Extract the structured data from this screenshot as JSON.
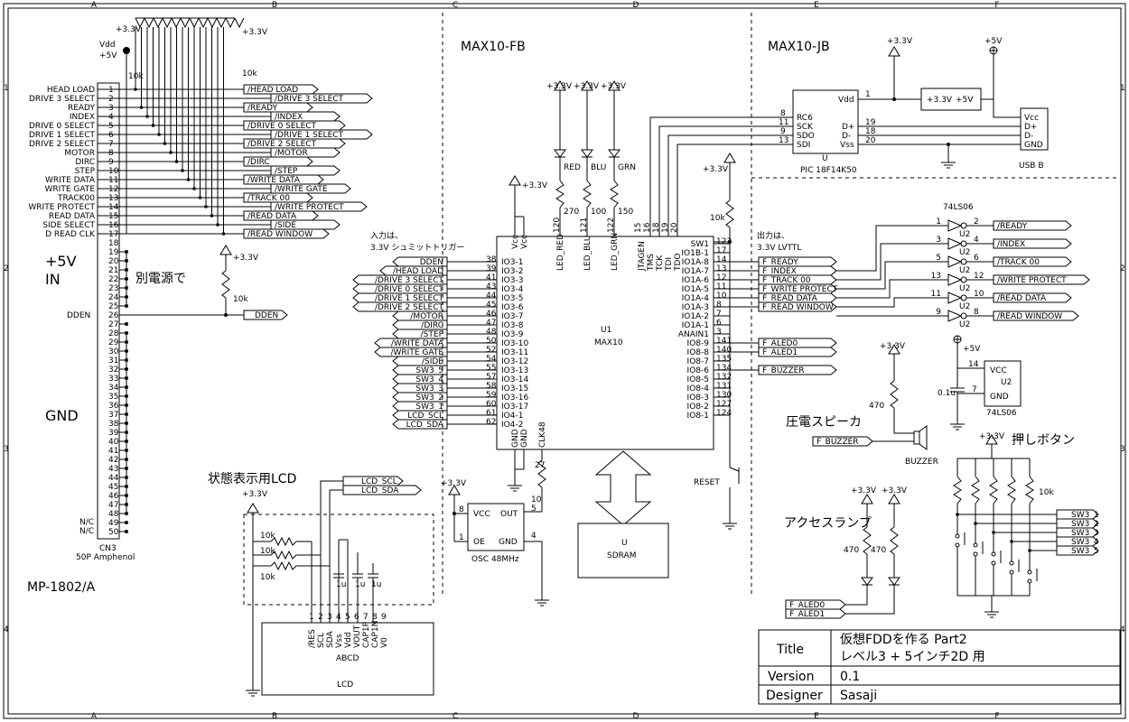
{
  "grid": {
    "cols": [
      "A",
      "B",
      "C",
      "D",
      "E",
      "F"
    ],
    "rows": [
      "1",
      "2",
      "3",
      "4"
    ]
  },
  "sections": {
    "fb": "MAX10-FB",
    "jb": "MAX10-JB"
  },
  "cn3": {
    "ref": "CN3",
    "name": "50P Amphenol",
    "vdd": "Vdd",
    "p5v": "+5V",
    "r10k_a": "10k",
    "r10k_b": "10k",
    "pins_left": [
      {
        "n": "1",
        "l": "HEAD LOAD"
      },
      {
        "n": "2",
        "l": "DRIVE 3 SELECT"
      },
      {
        "n": "3",
        "l": "READY"
      },
      {
        "n": "4",
        "l": "INDEX"
      },
      {
        "n": "5",
        "l": "DRIVE 0 SELECT"
      },
      {
        "n": "6",
        "l": "DRIVE 1 SELECT"
      },
      {
        "n": "7",
        "l": "DRIVE 2 SELECT"
      },
      {
        "n": "8",
        "l": "MOTOR"
      },
      {
        "n": "9",
        "l": "DIRC"
      },
      {
        "n": "10",
        "l": "STEP"
      },
      {
        "n": "11",
        "l": "WRITE DATA"
      },
      {
        "n": "12",
        "l": "WRITE GATE"
      },
      {
        "n": "13",
        "l": "TRACK00"
      },
      {
        "n": "14",
        "l": "WRITE PROTECT"
      },
      {
        "n": "15",
        "l": "READ DATA"
      },
      {
        "n": "16",
        "l": "SIDE SELECT"
      },
      {
        "n": "17",
        "l": "D READ CLK"
      }
    ],
    "nc1": "N/C",
    "nc2": "N/C",
    "dden": "DDEN",
    "pin49": "49",
    "pin50": "50"
  },
  "nets_left": [
    "/HEAD LOAD",
    "/DRIVE 3 SELECT",
    "/READY",
    "/INDEX",
    "/DRIVE 0 SELECT",
    "/DRIVE 1 SELECT",
    "/DRIVE 2 SELECT",
    "/MOTOR",
    "/DIRC",
    "/STEP",
    "/WRITE DATA",
    "/WRITE GATE",
    "/TRACK 00",
    "/WRITE PROTECT",
    "/READ DATA",
    "/SIDE",
    "/READ WINDOW"
  ],
  "power_in": {
    "line1": "+5V",
    "line2": "IN",
    "note": "別電源で",
    "gnd": "GND"
  },
  "dden_pullup": {
    "vcc": "+3.3V",
    "r": "10k",
    "net": "DDEN"
  },
  "pwr_33": "+3.3V",
  "u1": {
    "ref": "U1",
    "name": "MAX10",
    "note_in_1": "入力は、",
    "note_in_2": "3.3V シュミットトリガー",
    "left_pins": [
      {
        "net": "DDEN",
        "pin": "38",
        "io": "IO3-1"
      },
      {
        "net": "/HEAD LOAD",
        "pin": "39",
        "io": "IO3-2"
      },
      {
        "net": "/DRIVE 3 SELECT",
        "pin": "41",
        "io": "IO3-3"
      },
      {
        "net": "/DRIVE 0 SELECT",
        "pin": "43",
        "io": "IO3-4"
      },
      {
        "net": "/DRIVE 1 SELECT",
        "pin": "44",
        "io": "IO3-5"
      },
      {
        "net": "/DRIVE 2 SELECT",
        "pin": "45",
        "io": "IO3-6"
      },
      {
        "net": "/MOTOR",
        "pin": "46",
        "io": "IO3-7"
      },
      {
        "net": "/DIRC",
        "pin": "47",
        "io": "IO3-8"
      },
      {
        "net": "/STEP",
        "pin": "48",
        "io": "IO3-9"
      },
      {
        "net": "/WRITE DATA",
        "pin": "50",
        "io": "IO3-10"
      },
      {
        "net": "/WRITE GATE",
        "pin": "52",
        "io": "IO3-11"
      },
      {
        "net": "/SIDE",
        "pin": "54",
        "io": "IO3-12"
      },
      {
        "net": "SW3_5",
        "pin": "55",
        "io": "IO3-13"
      },
      {
        "net": "SW3_4",
        "pin": "57",
        "io": "IO3-14"
      },
      {
        "net": "SW3_3",
        "pin": "58",
        "io": "IO3-15"
      },
      {
        "net": "SW3_2",
        "pin": "59",
        "io": "IO3-16"
      },
      {
        "net": "SW3_1",
        "pin": "60",
        "io": "IO3-17"
      },
      {
        "net": "LCD_SCL",
        "pin": "61",
        "io": "IO4-1"
      },
      {
        "net": "LCD_SDA",
        "pin": "62",
        "io": "IO4-2"
      }
    ],
    "top_pins": [
      {
        "pin": "120",
        "name": "LED_RED"
      },
      {
        "pin": "121",
        "name": "LED_BLU"
      },
      {
        "pin": "122",
        "name": "LED_GRN"
      },
      {
        "pin": "15",
        "name": "JTAGEN"
      },
      {
        "pin": "16",
        "name": "TMS"
      },
      {
        "pin": "18",
        "name": "TCK"
      },
      {
        "pin": "19",
        "name": "TDI"
      },
      {
        "pin": "20",
        "name": "TDO"
      }
    ],
    "vcc1": "Vcc",
    "vcc2": "Vcc",
    "gnd1": "GND",
    "gnd2": "GND",
    "clk": "CLK48",
    "right_pins": [
      {
        "pin": "123",
        "io": "SW1"
      },
      {
        "pin": "17",
        "io": "IO1B-1"
      },
      {
        "pin": "14",
        "io": "IO1A-8",
        "net": "F_READY"
      },
      {
        "pin": "13",
        "io": "IO1A-7",
        "net": "F_INDEX"
      },
      {
        "pin": "12",
        "io": "IO1A-6",
        "net": "F_TRACK 00"
      },
      {
        "pin": "11",
        "io": "IO1A-5",
        "net": "F_WRITE PROTECT"
      },
      {
        "pin": "10",
        "io": "IO1A-4",
        "net": "F_READ DATA"
      },
      {
        "pin": "8",
        "io": "IO1A-3",
        "net": "F_READ WINDOW"
      },
      {
        "pin": "7",
        "io": "IO1A-2"
      },
      {
        "pin": "6",
        "io": "IO1A-1"
      },
      {
        "pin": "3",
        "io": "ANAIN1"
      },
      {
        "pin": "141",
        "io": "IO8-9",
        "net": "F_ALED0"
      },
      {
        "pin": "140",
        "io": "IO8-8",
        "net": "F_ALED1"
      },
      {
        "pin": "135",
        "io": "IO8-7"
      },
      {
        "pin": "134",
        "io": "IO8-6",
        "net": "F_BUZZER"
      },
      {
        "pin": "132",
        "io": "IO8-5"
      },
      {
        "pin": "131",
        "io": "IO8-4"
      },
      {
        "pin": "130",
        "io": "IO8-3"
      },
      {
        "pin": "127",
        "io": "IO8-2"
      },
      {
        "pin": "124",
        "io": "IO8-1"
      }
    ],
    "note_out_1": "出力は、",
    "note_out_2": "3.3V LVTTL"
  },
  "leds": [
    {
      "name": "RED",
      "r": "270"
    },
    {
      "name": "BLU",
      "r": "100"
    },
    {
      "name": "GRN",
      "r": "150"
    }
  ],
  "reset": {
    "label": "RESET",
    "r": "10k"
  },
  "osc": {
    "vcc": "VCC",
    "out": "OUT",
    "oe": "OE",
    "gnd": "GND",
    "name": "OSC 48MHz",
    "p8": "8",
    "p1": "1",
    "p4": "4",
    "p5": "5",
    "r27": "27",
    "r10": "10"
  },
  "sdram": {
    "u": "U",
    "name": "SDRAM"
  },
  "lcd": {
    "title": "状態表示用LCD",
    "scl": "LCD_SCL",
    "sda": "LCD_SDA",
    "r1": "10k",
    "r2": "10k",
    "r3": "10k",
    "c1": "1u",
    "c2": "1u",
    "c3": "1u",
    "pins": [
      "/RES",
      "SCL",
      "SDA",
      "Vss",
      "Vdd",
      "VOUT",
      "CAP1P",
      "CAP1N",
      "V0"
    ],
    "pinnums": [
      "1",
      "2",
      "3",
      "4",
      "5",
      "6",
      "7",
      "8",
      "9"
    ],
    "abcd": "ABCD",
    "name": "LCD"
  },
  "pic": {
    "name": "PIC 18F14K50",
    "u": "U",
    "vdd": "Vdd",
    "vss": "Vss",
    "dp": "D+",
    "dm": "D-",
    "rc6": "RC6",
    "sck": "SCK",
    "sdo": "SDO",
    "sdi": "SDI",
    "p8": "8",
    "p11": "11",
    "p9": "9",
    "p13": "13",
    "p1": "1",
    "p19": "19",
    "p18": "18",
    "p20": "20"
  },
  "reg": {
    "a": "+3.3V",
    "b": "+5V"
  },
  "usb": {
    "name": "USB B",
    "vcc": "Vcc",
    "dp": "D+",
    "dm": "D-",
    "gnd": "GND"
  },
  "ls06": {
    "name": "74LS06",
    "gates": [
      {
        "in": "1",
        "out": "2",
        "net": "/READY"
      },
      {
        "in": "3",
        "out": "4",
        "net": "/INDEX"
      },
      {
        "in": "5",
        "out": "6",
        "net": "/TRACK 00"
      },
      {
        "in": "13",
        "out": "12",
        "net": "/WRITE PROTECT"
      },
      {
        "in": "11",
        "out": "10",
        "net": "/READ DATA"
      },
      {
        "in": "9",
        "out": "8",
        "net": "/READ WINDOW"
      }
    ],
    "u2": "U2",
    "vcc": "VCC",
    "gnd": "GND",
    "p14": "14",
    "p7": "7",
    "cap": "0.1u",
    "pwr": "+5V"
  },
  "buzzer": {
    "title": "圧電スピーカ",
    "r": "470",
    "net": "F_BUZZER",
    "name": "BUZZER"
  },
  "access": {
    "title": "アクセスランプ",
    "r1": "470",
    "r2": "470",
    "n0": "F_ALED0",
    "n1": "F_ALED1"
  },
  "buttons": {
    "title": "押しボタン",
    "r": "10k",
    "nets": [
      "SW3_1",
      "SW3_2",
      "SW3_3",
      "SW3_4",
      "SW3_5"
    ]
  },
  "title_block": {
    "title_label": "Title",
    "title_line1": "仮想FDDを作る Part2",
    "title_line2": "レベル3 + 5インチ2D 用",
    "version_label": "Version",
    "version": "0.1",
    "designer_label": "Designer",
    "designer": "Sasaji"
  },
  "mp": "MP-1802/A"
}
